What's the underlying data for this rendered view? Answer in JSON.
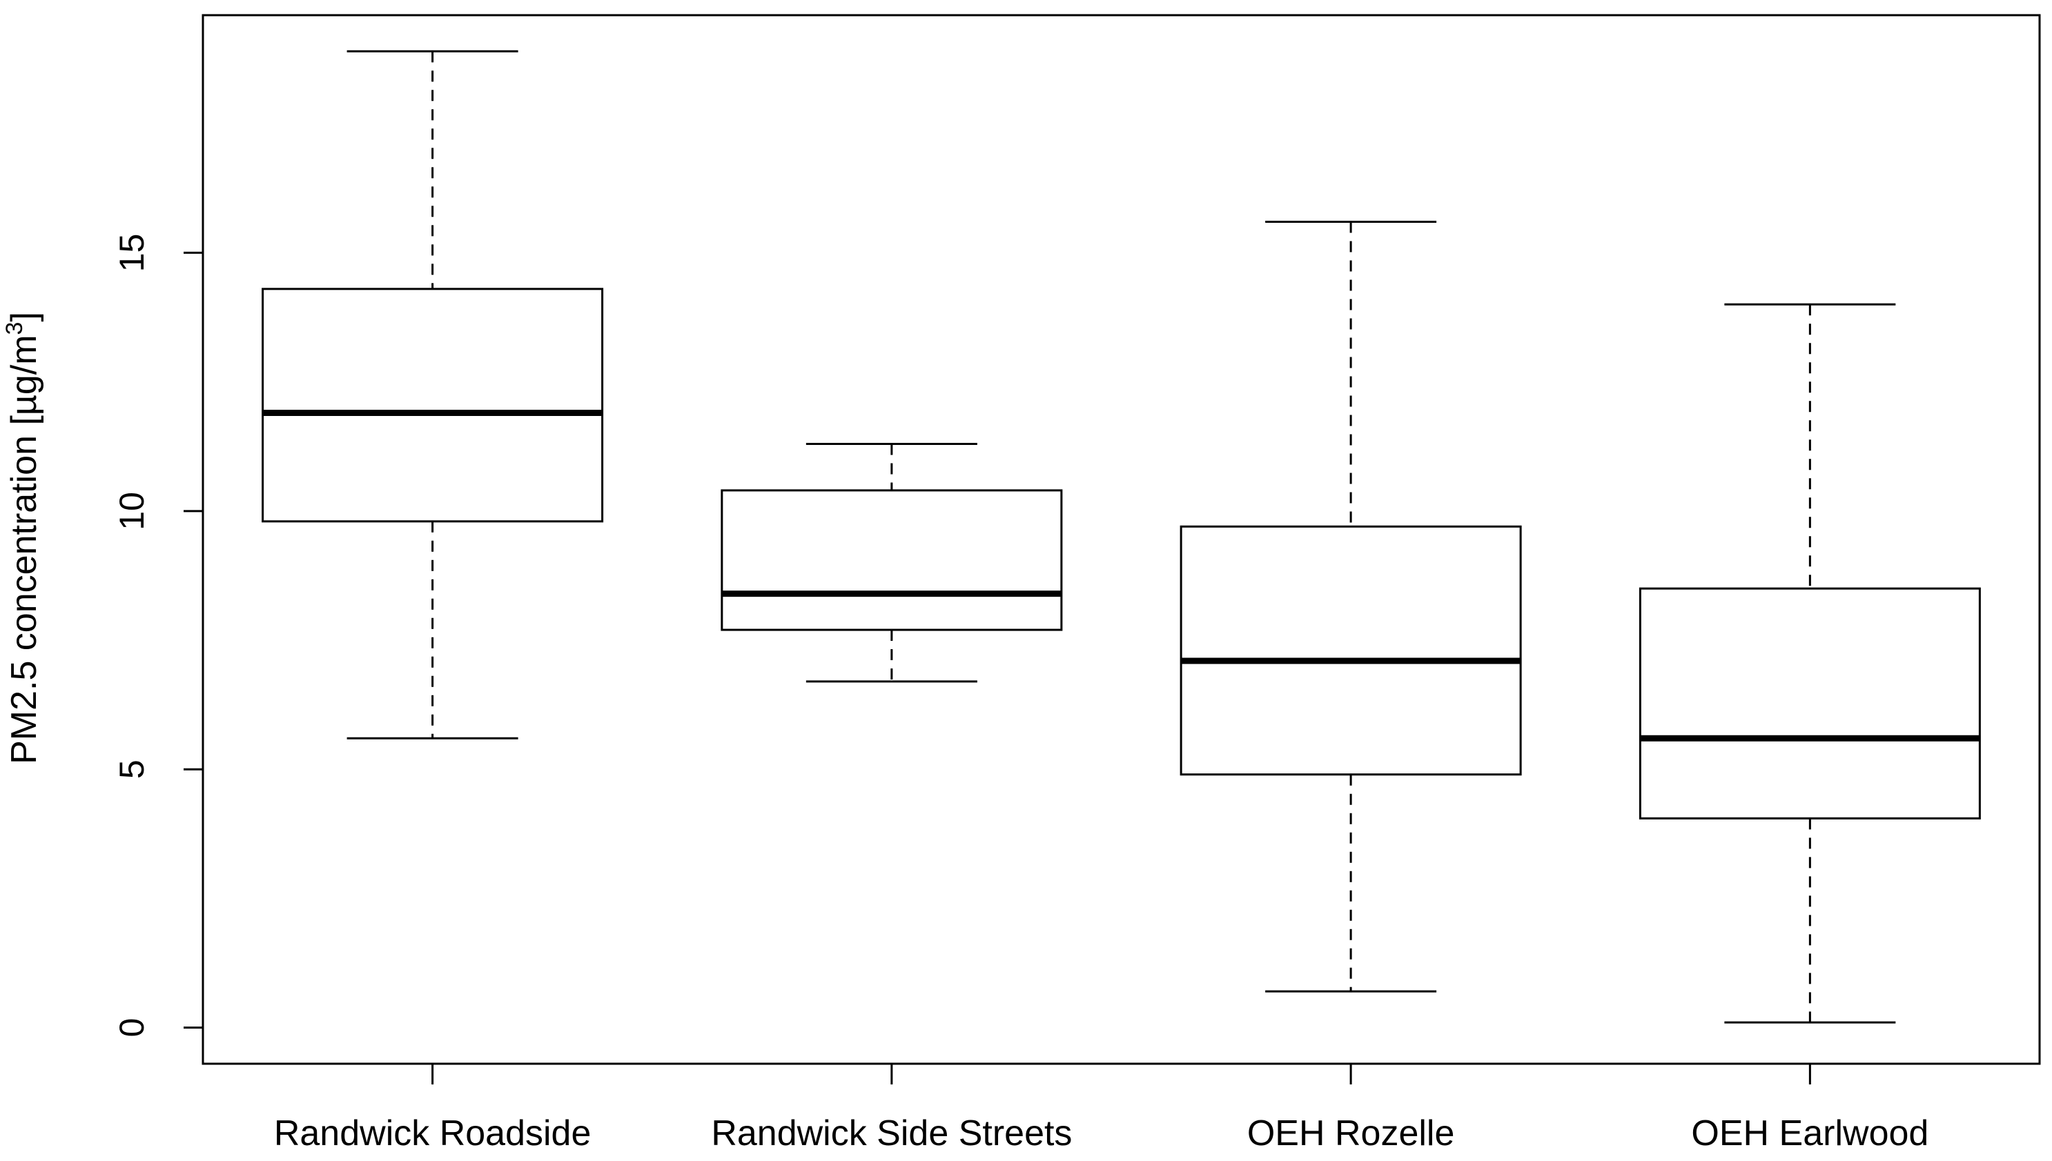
{
  "chart_data": {
    "type": "boxplot",
    "title": "",
    "xlabel": "",
    "ylabel": "PM2.5 concentration [µg/m",
    "ylabel_superscript": "3",
    "ylabel_suffix": "]",
    "ylim": [
      -0.7,
      19.6
    ],
    "yticks": [
      0,
      5,
      10,
      15
    ],
    "grid": false,
    "legend": "none",
    "categories": [
      "Randwick Roadside",
      "Randwick Side Streets",
      "OEH Rozelle",
      "OEH Earlwood"
    ],
    "boxes": [
      {
        "category": "Randwick Roadside",
        "min": 5.6,
        "q1": 9.8,
        "median": 11.9,
        "q3": 14.3,
        "max": 18.9
      },
      {
        "category": "Randwick Side Streets",
        "min": 6.7,
        "q1": 7.7,
        "median": 8.4,
        "q3": 10.4,
        "max": 11.3
      },
      {
        "category": "OEH Rozelle",
        "min": 0.7,
        "q1": 4.9,
        "median": 7.1,
        "q3": 9.7,
        "max": 15.6
      },
      {
        "category": "OEH Earlwood",
        "min": 0.1,
        "q1": 4.05,
        "median": 5.6,
        "q3": 8.5,
        "max": 14.0
      }
    ]
  }
}
